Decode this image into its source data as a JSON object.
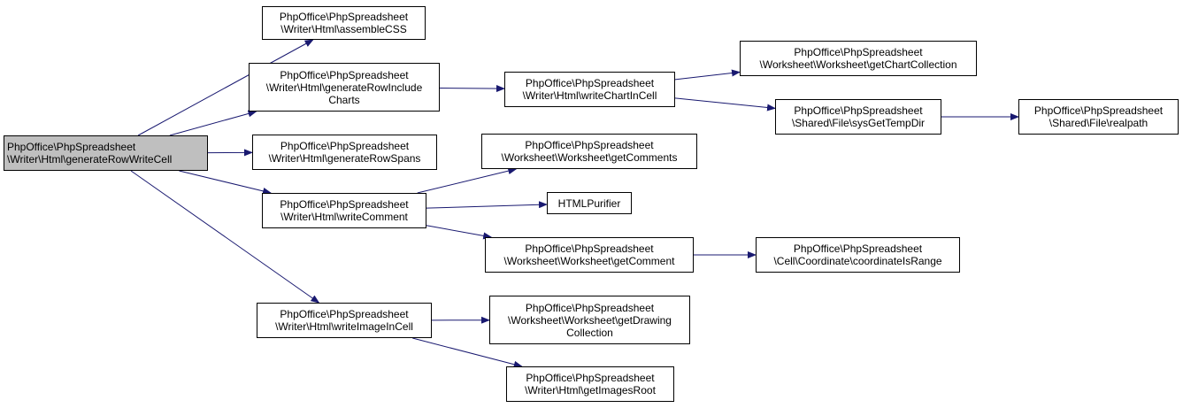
{
  "nodes": {
    "root": {
      "lines": [
        "PhpOffice\\PhpSpreadsheet",
        "\\Writer\\Html\\generateRowWriteCell"
      ]
    },
    "assembleCSS": {
      "lines": [
        "PhpOffice\\PhpSpreadsheet",
        "\\Writer\\Html\\assembleCSS"
      ]
    },
    "genRowIncCharts": {
      "lines": [
        "PhpOffice\\PhpSpreadsheet",
        "\\Writer\\Html\\generateRowInclude",
        "Charts"
      ]
    },
    "genRowSpans": {
      "lines": [
        "PhpOffice\\PhpSpreadsheet",
        "\\Writer\\Html\\generateRowSpans"
      ]
    },
    "writeComment": {
      "lines": [
        "PhpOffice\\PhpSpreadsheet",
        "\\Writer\\Html\\writeComment"
      ]
    },
    "writeImageInCell": {
      "lines": [
        "PhpOffice\\PhpSpreadsheet",
        "\\Writer\\Html\\writeImageInCell"
      ]
    },
    "writeChartInCell": {
      "lines": [
        "PhpOffice\\PhpSpreadsheet",
        "\\Writer\\Html\\writeChartInCell"
      ]
    },
    "getChartCollection": {
      "lines": [
        "PhpOffice\\PhpSpreadsheet",
        "\\Worksheet\\Worksheet\\getChartCollection"
      ]
    },
    "sysGetTempDir": {
      "lines": [
        "PhpOffice\\PhpSpreadsheet",
        "\\Shared\\File\\sysGetTempDir"
      ]
    },
    "realpath": {
      "lines": [
        "PhpOffice\\PhpSpreadsheet",
        "\\Shared\\File\\realpath"
      ]
    },
    "getComments": {
      "lines": [
        "PhpOffice\\PhpSpreadsheet",
        "\\Worksheet\\Worksheet\\getComments"
      ]
    },
    "htmlPurifier": {
      "lines": [
        "HTMLPurifier"
      ]
    },
    "getComment": {
      "lines": [
        "PhpOffice\\PhpSpreadsheet",
        "\\Worksheet\\Worksheet\\getComment"
      ]
    },
    "coordinateIsRange": {
      "lines": [
        "PhpOffice\\PhpSpreadsheet",
        "\\Cell\\Coordinate\\coordinateIsRange"
      ]
    },
    "getDrawingCollection": {
      "lines": [
        "PhpOffice\\PhpSpreadsheet",
        "\\Worksheet\\Worksheet\\getDrawing",
        "Collection"
      ]
    },
    "getImagesRoot": {
      "lines": [
        "PhpOffice\\PhpSpreadsheet",
        "\\Writer\\Html\\getImagesRoot"
      ]
    }
  },
  "edges": [
    [
      "root",
      "assembleCSS"
    ],
    [
      "root",
      "genRowIncCharts"
    ],
    [
      "root",
      "genRowSpans"
    ],
    [
      "root",
      "writeComment"
    ],
    [
      "root",
      "writeImageInCell"
    ],
    [
      "genRowIncCharts",
      "writeChartInCell"
    ],
    [
      "writeChartInCell",
      "getChartCollection"
    ],
    [
      "writeChartInCell",
      "sysGetTempDir"
    ],
    [
      "sysGetTempDir",
      "realpath"
    ],
    [
      "writeComment",
      "getComments"
    ],
    [
      "writeComment",
      "htmlPurifier"
    ],
    [
      "writeComment",
      "getComment"
    ],
    [
      "getComment",
      "coordinateIsRange"
    ],
    [
      "writeImageInCell",
      "getDrawingCollection"
    ],
    [
      "writeImageInCell",
      "getImagesRoot"
    ]
  ],
  "colors": {
    "root_fill": "#bfbfbf",
    "edge": "#191970"
  }
}
